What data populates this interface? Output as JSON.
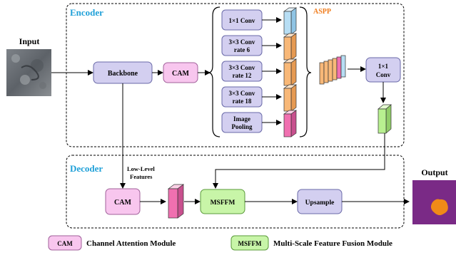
{
  "input": {
    "label": "Input"
  },
  "output": {
    "label": "Output"
  },
  "encoder": {
    "title": "Encoder",
    "backbone": "Backbone",
    "cam": "CAM",
    "aspp_label": "ASPP",
    "aspp_branches": [
      {
        "line1": "1×1 Conv",
        "line2": ""
      },
      {
        "line1": "3×3 Conv",
        "line2": "rate 6"
      },
      {
        "line1": "3×3 Conv",
        "line2": "rate 12"
      },
      {
        "line1": "3×3 Conv",
        "line2": "rate 18"
      },
      {
        "line1": "Image",
        "line2": "Pooling"
      }
    ],
    "conv1x1": {
      "line1": "1×1",
      "line2": "Conv"
    }
  },
  "decoder": {
    "title": "Decoder",
    "low_level": {
      "line1": "Low-Level",
      "line2": "Features"
    },
    "cam": "CAM",
    "msffm": "MSFFM",
    "upsample": "Upsample"
  },
  "legend": {
    "cam_box": "CAM",
    "cam_text": "Channel Attention Module",
    "msffm_box": "MSFFM",
    "msffm_text": "Multi-Scale Feature Fusion Module"
  },
  "colors": {
    "region_blue": "#1fa0d8",
    "aspp_orange": "#f07c1c",
    "block_lavender": "#d3cff0",
    "cam_pink": "#f8c6ee",
    "msffm_green": "#c8f5a8",
    "feat_blue": "#b7def4",
    "feat_orange": "#f8b878",
    "feat_pink": "#f070b0",
    "feat_green": "#b8f090",
    "output_purple": "#7a2a86",
    "output_blob": "#f08a18"
  }
}
